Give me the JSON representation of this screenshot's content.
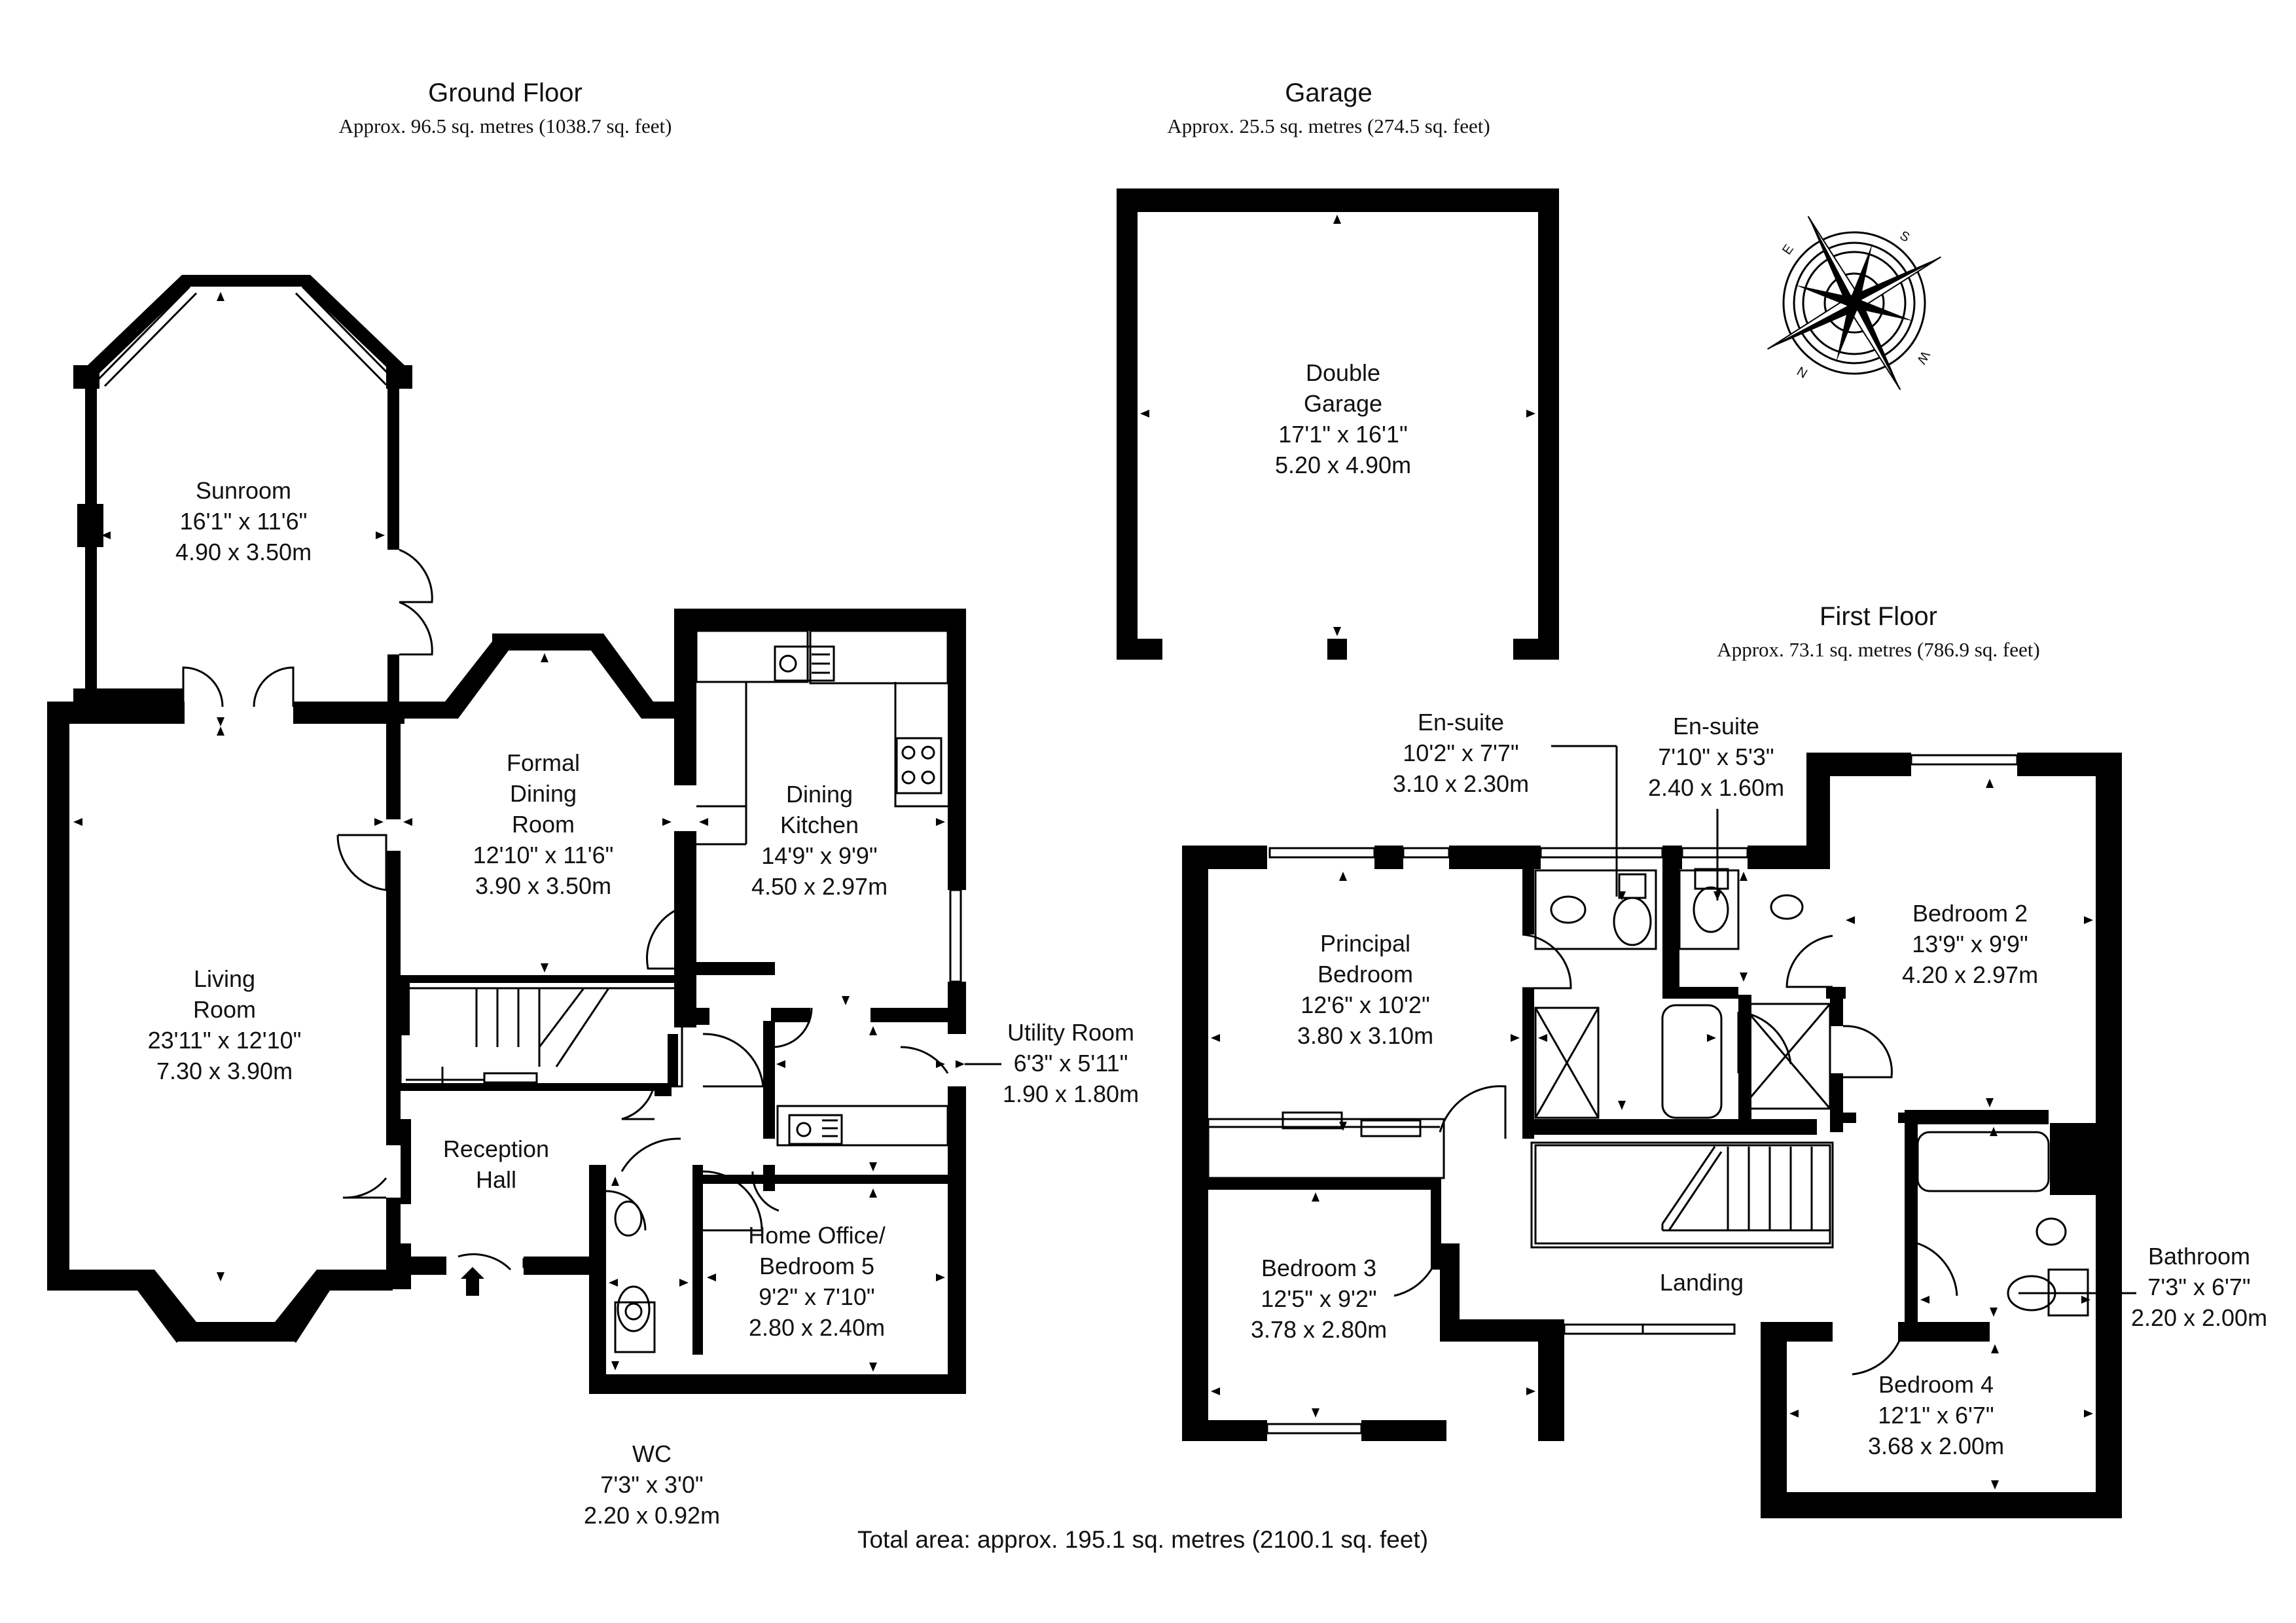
{
  "header": {
    "ground_title": "Ground Floor",
    "ground_area": "Approx. 96.5 sq. metres (1038.7 sq. feet)",
    "garage_title": "Garage",
    "garage_area": "Approx. 25.5 sq. metres (274.5 sq. feet)",
    "first_title": "First Floor",
    "first_area": "Approx. 73.1 sq. metres (786.9 sq. feet)"
  },
  "total_area": "Total area: approx. 195.1 sq. metres (2100.1 sq. feet)",
  "compass": {
    "letters": [
      "S",
      "E",
      "W",
      "N"
    ],
    "icon": "compass-rose-icon"
  },
  "rooms": {
    "sunroom": {
      "name": [
        "Sunroom"
      ],
      "imperial": "16'1\" x 11'6\"",
      "metric": "4.90 x 3.50m"
    },
    "living": {
      "name": [
        "Living",
        "Room"
      ],
      "imperial": "23'11\" x 12'10\"",
      "metric": "7.30 x 3.90m"
    },
    "formal_dining": {
      "name": [
        "Formal",
        "Dining",
        "Room"
      ],
      "imperial": "12'10\" x 11'6\"",
      "metric": "3.90 x 3.50m"
    },
    "dining_kitchen": {
      "name": [
        "Dining",
        "Kitchen"
      ],
      "imperial": "14'9\" x 9'9\"",
      "metric": "4.50 x 2.97m"
    },
    "utility": {
      "name": [
        "Utility Room"
      ],
      "imperial": "6'3\" x 5'11\"",
      "metric": "1.90 x 1.80m"
    },
    "reception": {
      "name": [
        "Reception",
        "Hall"
      ]
    },
    "home_office": {
      "name": [
        "Home Office/",
        "Bedroom 5"
      ],
      "imperial": "9'2\" x 7'10\"",
      "metric": "2.80 x 2.40m"
    },
    "wc": {
      "name": [
        "WC"
      ],
      "imperial": "7'3\" x 3'0\"",
      "metric": "2.20 x 0.92m"
    },
    "garage": {
      "name": [
        "Double",
        "Garage"
      ],
      "imperial": "17'1\" x 16'1\"",
      "metric": "5.20 x 4.90m"
    },
    "ensuite1": {
      "name": [
        "En-suite"
      ],
      "imperial": "10'2\" x 7'7\"",
      "metric": "3.10 x 2.30m"
    },
    "ensuite2": {
      "name": [
        "En-suite"
      ],
      "imperial": "7'10\" x 5'3\"",
      "metric": "2.40 x 1.60m"
    },
    "principal": {
      "name": [
        "Principal",
        "Bedroom"
      ],
      "imperial": "12'6\" x 10'2\"",
      "metric": "3.80 x 3.10m"
    },
    "bedroom2": {
      "name": [
        "Bedroom 2"
      ],
      "imperial": "13'9\" x 9'9\"",
      "metric": "4.20 x 2.97m"
    },
    "bedroom3": {
      "name": [
        "Bedroom 3"
      ],
      "imperial": "12'5\" x 9'2\"",
      "metric": "3.78 x 2.80m"
    },
    "landing": {
      "name": [
        "Landing"
      ]
    },
    "bathroom": {
      "name": [
        "Bathroom"
      ],
      "imperial": "7'3\" x 6'7\"",
      "metric": "2.20 x 2.00m"
    },
    "bedroom4": {
      "name": [
        "Bedroom 4"
      ],
      "imperial": "12'1\" x 6'7\"",
      "metric": "3.68 x 2.00m"
    }
  }
}
